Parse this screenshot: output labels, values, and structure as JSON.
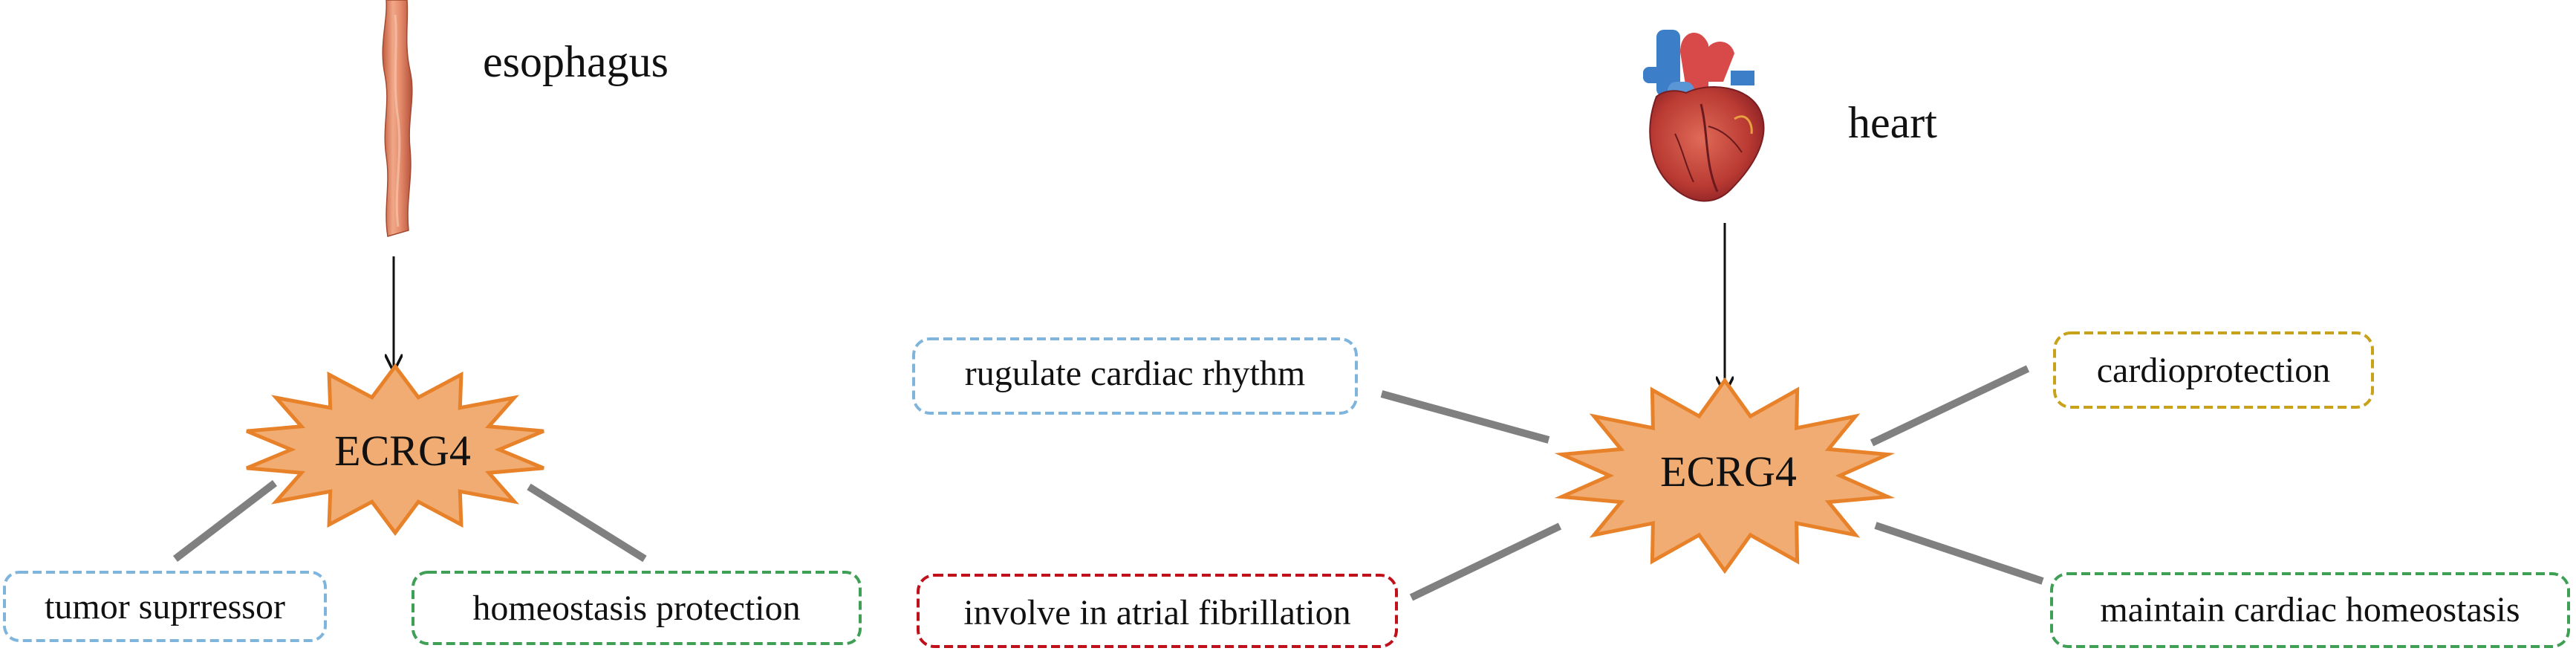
{
  "organs": {
    "esophagus": {
      "label": "esophagus"
    },
    "heart": {
      "label": "heart"
    }
  },
  "hubs": {
    "left": {
      "label": "ECRG4"
    },
    "right": {
      "label": "ECRG4"
    }
  },
  "functions": {
    "tumor_suppressor": {
      "label": "tumor suprressor",
      "color": "#7fb5dc"
    },
    "homeostasis_protection": {
      "label": "homeostasis protection",
      "color": "#3e9f55"
    },
    "regulate_rhythm": {
      "label": "rugulate cardiac rhythm",
      "color": "#7fb5dc"
    },
    "atrial_fibrillation": {
      "label": "involve in atrial fibrillation",
      "color": "#c0101c"
    },
    "cardioprotection": {
      "label": "cardioprotection",
      "color": "#c8a21a"
    },
    "cardiac_homeostasis": {
      "label": "maintain cardiac homeostasis",
      "color": "#3e9f55"
    }
  },
  "colors": {
    "star_fill": "#f0ac72",
    "star_stroke": "#e8822a",
    "connector": "#808080",
    "arrow": "#111111"
  }
}
